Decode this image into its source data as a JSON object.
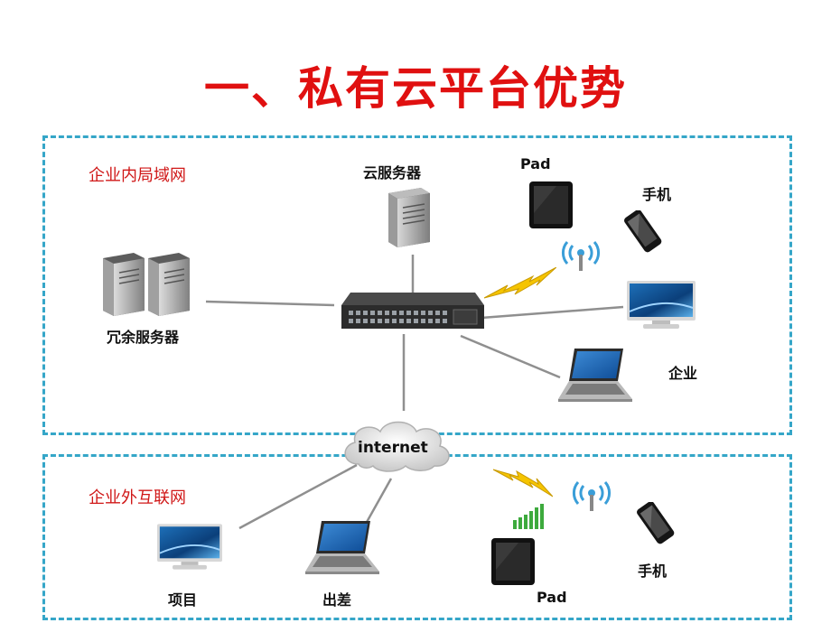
{
  "title": "一、私有云平台优势",
  "zones": {
    "lan": {
      "label": "企业内局域网"
    },
    "wan": {
      "label": "企业外互联网"
    }
  },
  "labels": {
    "cloud_server": "云服务器",
    "redundant_servers": "冗余服务器",
    "pad_top": "Pad",
    "phone_top": "手机",
    "enterprise": "企业",
    "internet": "internet",
    "project": "项目",
    "business_trip": "出差",
    "phone_bottom": "手机",
    "pad_bottom": "Pad"
  },
  "colors": {
    "title": "#e01010",
    "zone_border": "#35a6c8",
    "zone_label": "#d01818",
    "lightning": "#f5c400",
    "wifi": "#3a9ed8",
    "signal": "#3daa3d"
  },
  "icons": [
    "server-icon",
    "network-switch-icon",
    "tablet-icon",
    "smartphone-icon",
    "monitor-icon",
    "laptop-icon",
    "cloud-icon",
    "wifi-icon",
    "lightning-icon",
    "signal-bars-icon"
  ]
}
